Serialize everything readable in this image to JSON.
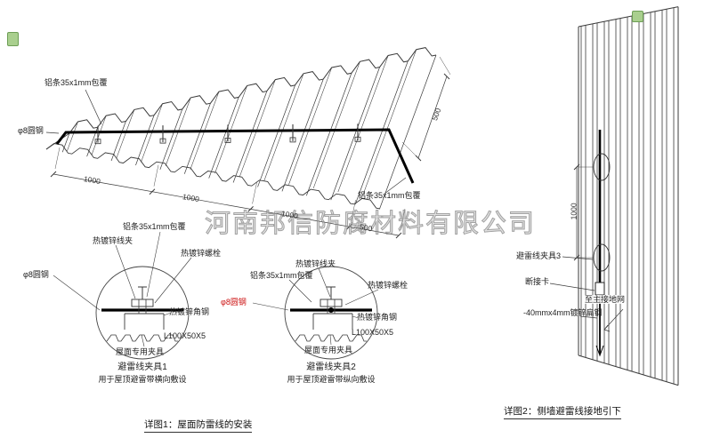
{
  "watermark": "河南邦信防腐材料有限公司",
  "colors": {
    "red_label": "#cc1111",
    "watermark_gray": "#8c8c8c",
    "stamp_green": "#a9cf8e",
    "line": "#3a3a3a"
  },
  "roof": {
    "label_strip_top": "铝条35x1mm包覆",
    "label_rod": "φ8圆钢",
    "label_strip_right": "铝条35x1mm包覆",
    "dims_bottom": [
      "1000",
      "1000",
      "1000",
      "500"
    ],
    "dim_right": "500"
  },
  "detail1": {
    "labels": {
      "strip": "铝条35x1mm包覆",
      "wire_clamp": "热镀锌线夹",
      "bolt": "热镀锌螺栓",
      "rod": "φ8圆钢",
      "angle_steel": "热镀锌角钢",
      "angle_spec": "L100X50X5",
      "roof_clamp": "屋面专用夹具"
    },
    "title": "避雷线夹具1",
    "subtitle": "用于屋顶避雷带横向敷设"
  },
  "detail2": {
    "labels": {
      "strip": "铝条35x1mm包覆",
      "wire_clamp": "热镀锌线夹",
      "bolt": "热镀锌螺栓",
      "rod": "φ8圆钢",
      "angle_steel": "热镀锌角钢",
      "angle_spec": "L100X50X5",
      "roof_clamp": "屋面专用夹具"
    },
    "title": "避雷线夹具2",
    "subtitle": "用于屋顶避雷带纵向敷设"
  },
  "wall": {
    "dim": "1000",
    "label_clamp3": "避雷线夹具3",
    "label_disconnect": "断接卡",
    "label_to_ground": "至主接地网",
    "label_flat_steel": "-40mmx4mm镀锌扁钢"
  },
  "captions": {
    "detail1": "详图1：屋面防雷线的安装",
    "detail2": "详图2：侧墙避雷线接地引下"
  }
}
